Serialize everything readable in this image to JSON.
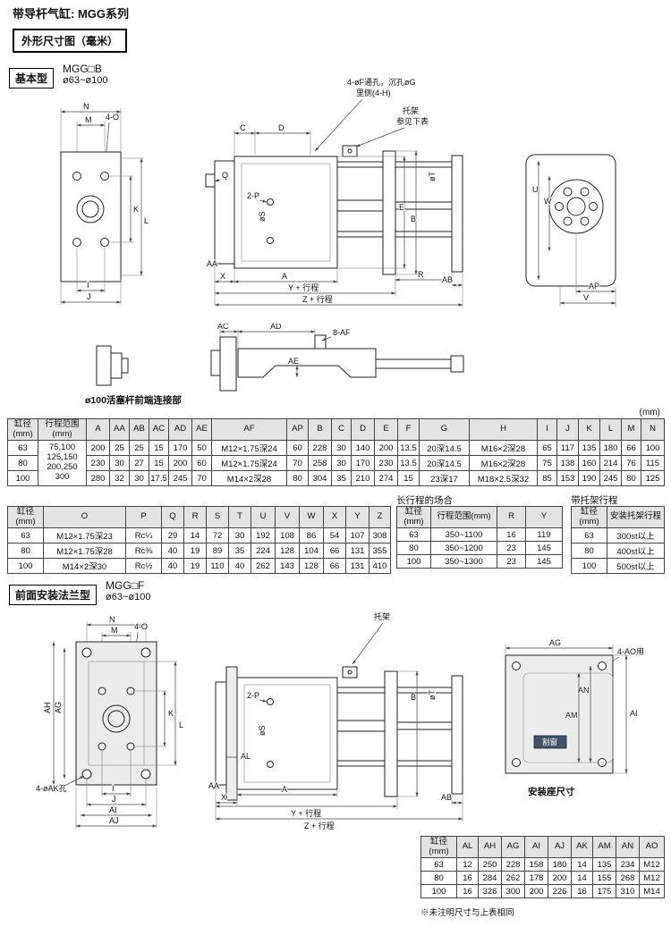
{
  "page": {
    "title": "带导杆气缸: MGG系列",
    "subtitle_box": "外形尺寸图（毫米）",
    "unit_note": "(mm)",
    "footnote": "※未注明尺寸与上表相同"
  },
  "sections": {
    "basic": {
      "tag": "基本型",
      "model": "MGG□B",
      "bore_range": "ø63~ø100"
    },
    "flange": {
      "tag": "前面安装法兰型",
      "model": "MGG□F",
      "bore_range": "ø63~ø100"
    }
  },
  "drawings": {
    "basic": {
      "end_view": {
        "n": "N",
        "m": "M",
        "four_o": "4-O",
        "k": "K",
        "l": "L",
        "i": "I",
        "j": "J"
      },
      "side_view": {
        "hole_note1": "4-øF通孔，沉孔øG",
        "hole_note2": "里侧(4-H)",
        "bracket1": "托架",
        "bracket2": "参见下表",
        "c": "C",
        "d": "D",
        "q": "Q",
        "p": "2-P",
        "s": "øS",
        "e": "E",
        "b": "B",
        "t": "øT",
        "aa": "AA",
        "x": "X",
        "a": "A",
        "y": "Y + 行程",
        "z": "Z + 行程",
        "r": "R",
        "ab": "AB"
      },
      "right_view": {
        "u": "U",
        "w": "W",
        "ap": "AP",
        "v": "V"
      }
    },
    "rod_end": {
      "ac": "AC",
      "ad": "AD",
      "af": "8-AF",
      "ae": "AE",
      "caption": "ø100活塞杆前端连接部"
    },
    "flange": {
      "end_view": {
        "n": "N",
        "m": "M",
        "four_o": "4-O",
        "ah": "AH",
        "ag": "AG",
        "k": "K",
        "l": "L",
        "ak": "4-øAK孔",
        "i": "I",
        "j": "J",
        "ai": "AI",
        "aj": "AJ"
      },
      "side_view": {
        "bracket": "托架",
        "p": "2-P",
        "s": "øS",
        "b": "B",
        "t": "øT",
        "al": "AL",
        "aa": "AA",
        "x": "X",
        "a": "A",
        "y": "Y + 行程",
        "z": "Z + 行程",
        "ab": "AB"
      },
      "base_view": {
        "ag": "AG",
        "ao": "4-AO用",
        "an": "AN",
        "am": "AM",
        "ai": "AI",
        "window": "割窗",
        "caption": "安装座尺寸"
      }
    }
  },
  "table1": {
    "headers": [
      "缸径(mm)",
      "行程范围(mm)",
      "A",
      "AA",
      "AB",
      "AC",
      "AD",
      "AE",
      "AF",
      "AP",
      "B",
      "C",
      "D",
      "E",
      "F",
      "G",
      "H",
      "I",
      "J",
      "K",
      "L",
      "M",
      "N"
    ],
    "stroke_lines": [
      "75,100",
      "125,150",
      "200,250",
      "300"
    ],
    "bores": [
      "63",
      "80",
      "100"
    ],
    "rows": [
      [
        "200",
        "25",
        "25",
        "15",
        "170",
        "50",
        "M12×1.75深24",
        "60",
        "228",
        "30",
        "140",
        "200",
        "13.5",
        "20深14.5",
        "M16×2深28",
        "65",
        "117",
        "135",
        "180",
        "66",
        "100"
      ],
      [
        "230",
        "30",
        "27",
        "15",
        "200",
        "60",
        "M12×1.75深24",
        "70",
        "258",
        "30",
        "170",
        "230",
        "13.5",
        "20深14.5",
        "M16×2深28",
        "75",
        "138",
        "160",
        "214",
        "76",
        "115"
      ],
      [
        "280",
        "32",
        "30",
        "17.5",
        "245",
        "70",
        "M14×2深28",
        "80",
        "304",
        "35",
        "210",
        "274",
        "15",
        "23深17",
        "M18×2.5深32",
        "85",
        "153",
        "190",
        "245",
        "80",
        "125"
      ]
    ]
  },
  "table2": {
    "headers": [
      "缸径(mm)",
      "O",
      "P",
      "Q",
      "R",
      "S",
      "T",
      "U",
      "V",
      "W",
      "X",
      "Y",
      "Z"
    ],
    "bores": [
      "63",
      "80",
      "100"
    ],
    "rows": [
      [
        "M12×1.75深23",
        "Rc¼",
        "29",
        "14",
        "72",
        "30",
        "192",
        "108",
        "86",
        "54",
        "107",
        "308"
      ],
      [
        "M12×1.75深28",
        "Rc⅜",
        "40",
        "19",
        "89",
        "35",
        "224",
        "128",
        "104",
        "66",
        "131",
        "355"
      ],
      [
        "M14×2深30",
        "Rc½",
        "40",
        "19",
        "110",
        "40",
        "262",
        "143",
        "128",
        "66",
        "131",
        "410"
      ]
    ]
  },
  "table3": {
    "title": "长行程的场合",
    "headers": [
      "缸径(mm)",
      "行程范围(mm)",
      "R",
      "Y"
    ],
    "bores": [
      "63",
      "80",
      "100"
    ],
    "rows": [
      [
        "350~1100",
        "16",
        "119"
      ],
      [
        "350~1200",
        "23",
        "145"
      ],
      [
        "350~1300",
        "23",
        "145"
      ]
    ]
  },
  "table4": {
    "title": "带托架行程",
    "headers": [
      "缸径(mm)",
      "安装托架行程"
    ],
    "bores": [
      "63",
      "80",
      "100"
    ],
    "rows": [
      [
        "300st以上"
      ],
      [
        "400st以上"
      ],
      [
        "500st以上"
      ]
    ]
  },
  "table5": {
    "headers": [
      "缸径(mm)",
      "AL",
      "AH",
      "AG",
      "AI",
      "AJ",
      "AK",
      "AM",
      "AN",
      "AO"
    ],
    "bores": [
      "63",
      "80",
      "100"
    ],
    "rows": [
      [
        "12",
        "250",
        "228",
        "158",
        "180",
        "14",
        "135",
        "234",
        "M12"
      ],
      [
        "16",
        "284",
        "262",
        "178",
        "200",
        "14",
        "155",
        "268",
        "M12"
      ],
      [
        "16",
        "326",
        "300",
        "200",
        "226",
        "16",
        "175",
        "310",
        "M14"
      ]
    ]
  }
}
